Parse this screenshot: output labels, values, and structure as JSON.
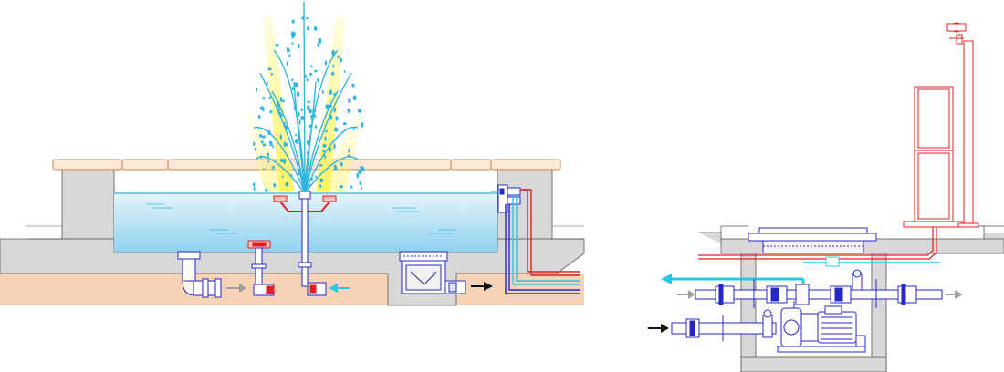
{
  "diagram": {
    "kind": "fountain pool installation schematic",
    "panels": [
      "fountain-pool-section",
      "pump-pit-section"
    ],
    "colors": {
      "concrete": "#d8d8d8",
      "concrete_dark": "#bdbdbd",
      "soil": "#f6d2b6",
      "coping": "#fbe8d7",
      "coping_line": "#c98a50",
      "water_top": "#e6f4fb",
      "water_bottom": "#8fd2f0",
      "water_line": "#3ab0e0",
      "water_jet": "#31b6e0",
      "light_cone": "#fff35a",
      "pipe_blue": "#2727c8",
      "pipe_cyan": "#27c8e6",
      "pipe_red": "#e02020",
      "pipe_grey": "#a0a0a0",
      "outline": "#333333"
    },
    "flow_arrows": [
      {
        "color": "grey",
        "direction": "right"
      },
      {
        "color": "cyan",
        "direction": "left"
      },
      {
        "color": "black",
        "direction": "right"
      },
      {
        "color": "cyan",
        "direction": "left"
      },
      {
        "color": "grey",
        "direction": "right"
      },
      {
        "color": "grey",
        "direction": "right"
      },
      {
        "color": "black",
        "direction": "right"
      }
    ]
  }
}
